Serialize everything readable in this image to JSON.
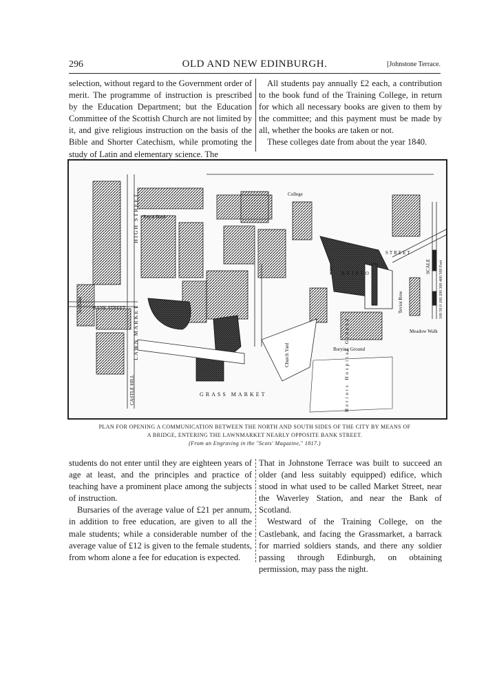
{
  "header": {
    "page_number": "296",
    "running_title": "OLD AND NEW EDINBURGH.",
    "section_ref": "[Johnstone Terrace."
  },
  "top": {
    "left_paragraph": "selection, without regard to the Government order of merit. The programme of instruction is prescribed by the Education Department; but the Education Committee of the Scottish Church are not limited by it, and give religious instruction on the basis of the Bible and Shorter Catechism, while promoting the study of Latin and elementary science. The",
    "right_paragraph_1": "All students pay annually £2 each, a contribution to the book fund of the Training College, in return for which all necessary books are given to them by the committee; and this payment must be made by all, whether the books are taken or not.",
    "right_paragraph_2": "These colleges date from about the year 1840."
  },
  "map": {
    "labels": {
      "high_street": "HIGH STREET",
      "lawn_market": "LAWN MARKET",
      "bank_street": "BANK STREET",
      "castle_hill": "CASTLE HILL",
      "grass_market": "GRASS MARKET",
      "college": "College",
      "bristo": "BRISTO",
      "street": "STREET",
      "royal_bank": "Royal Bank",
      "scotland": "Scotland",
      "teviot_row": "Teviot Row",
      "meadow_walk": "Meadow Walk",
      "burying_ground": "Burying Ground",
      "heriots_hospital_ground": "Heriots Hospital Ground",
      "church_yard": "Church Yard",
      "scale": "SCALE",
      "feet": "100 50 0 100 200 300 400 500 Feet"
    }
  },
  "caption": {
    "line1": "PLAN FOR OPENING A COMMUNICATION BETWEEN THE NORTH AND SOUTH SIDES OF THE CITY BY MEANS OF",
    "line2": "A BRIDGE, ENTERING THE LAWNMARKET NEARLY OPPOSITE BANK STREET.",
    "source": "(From an Engraving in the \"Scots' Magazine,\" 1817.)"
  },
  "bottom": {
    "left_paragraph_1": "students do not enter until they are eighteen years of age at least, and the principles and practice of teaching have a prominent place among the subjects of instruction.",
    "left_paragraph_2": "Bursaries of the average value of £21 per annum, in addition to free education, are given to all the male students; while a considerable number of the average value of £12 is given to the female students, from whom alone a fee for education is expected.",
    "right_paragraph_1": "That in Johnstone Terrace was built to succeed an older (and less suitably equipped) edifice, which stood in what used to be called Market Street, near the Waverley Station, and near the Bank of Scotland.",
    "right_paragraph_2": "Westward of the Training College, on the Castlebank, and facing the Grassmarket, a barrack for married soldiers stands, and there any soldier passing through Edinburgh, on obtaining permission, may pass the night."
  }
}
